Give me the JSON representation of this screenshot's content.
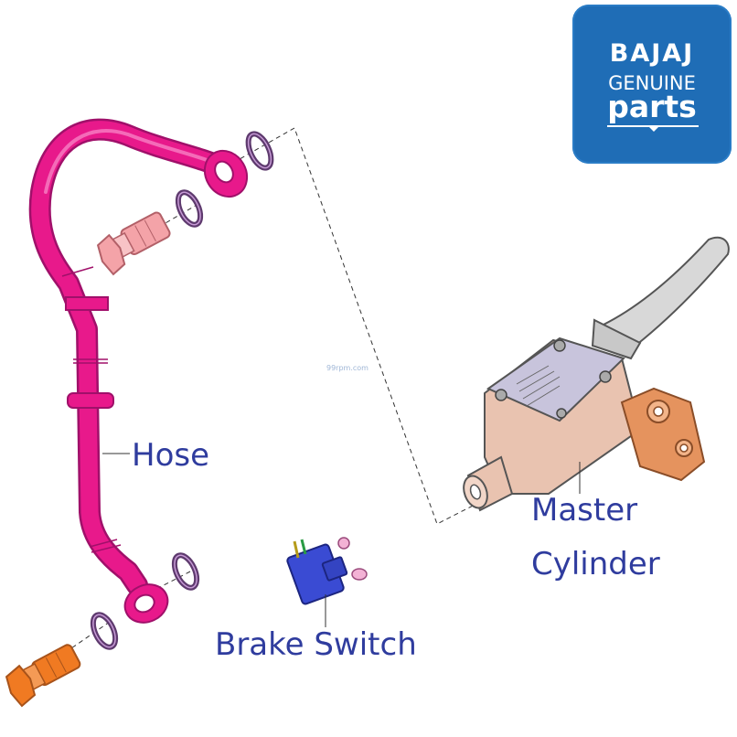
{
  "logo": {
    "brand": "BAJAJ",
    "line2": "GENUINE",
    "line3": "parts",
    "color": "#1f6db6"
  },
  "labels": {
    "hose": "Hose",
    "master_line1": "Master",
    "master_line2": "Cylinder",
    "brake_switch": "Brake Switch",
    "color": "#2f3c9e"
  },
  "watermark": "99rpm.com",
  "colors": {
    "hose": "#e8198b",
    "bolt_top": "#f4a3a8",
    "bolt_bottom": "#f07a22",
    "master_body": "#e9c3b0",
    "clamp": "#e5935e",
    "switch": "#3a4bd3",
    "washer": "#5e3a6e"
  }
}
